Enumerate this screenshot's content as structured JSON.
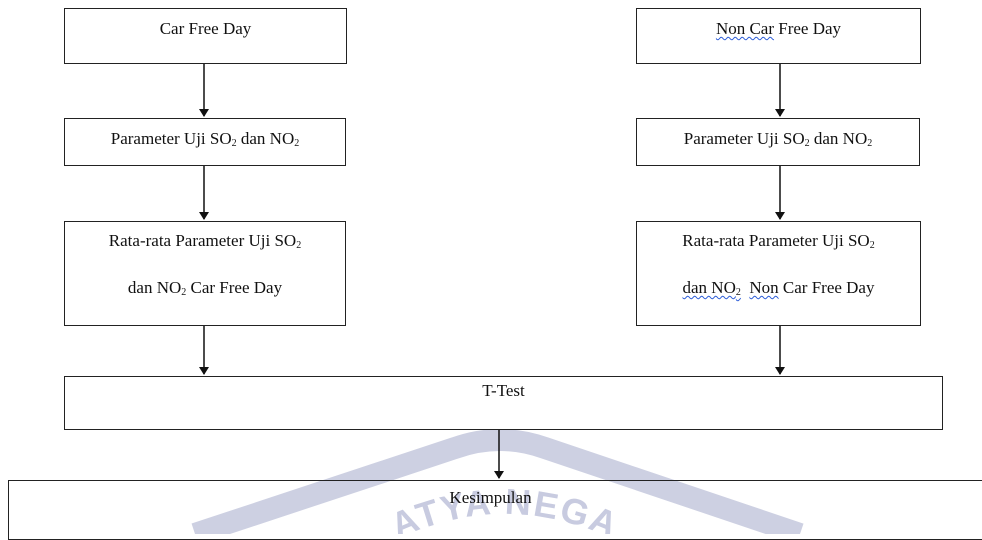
{
  "diagram": {
    "left": {
      "step1": "Car Free Day",
      "step2": {
        "prefix": "Parameter Uji SO",
        "sub1": "2",
        "mid": " dan NO",
        "sub2": "2"
      },
      "step3": {
        "line1": {
          "text": "Rata-rata Parameter Uji SO",
          "sub": "2"
        },
        "line2": {
          "pre": "dan NO",
          "sub": "2",
          "post": " Car Free Day"
        }
      }
    },
    "right": {
      "step1": {
        "underlined": "Non Car",
        "rest": " Free Day"
      },
      "step2": {
        "prefix": "Parameter Uji SO",
        "sub1": "2",
        "mid": " dan NO",
        "sub2": "2"
      },
      "step3": {
        "line1": {
          "text": "Rata-rata Parameter Uji SO",
          "sub": "2"
        },
        "line2": {
          "pre": "dan NO",
          "sub": "2",
          "mid": "  ",
          "underlined": "Non",
          "post": " Car Free Day"
        }
      }
    },
    "merge": "T-Test",
    "conclusion": "Kesimpulan"
  },
  "watermark": {
    "text": "ATYA NEGA",
    "color": "#c8cbe0"
  },
  "colors": {
    "border": "#222222",
    "spellcheck": "#2a5bd7"
  }
}
